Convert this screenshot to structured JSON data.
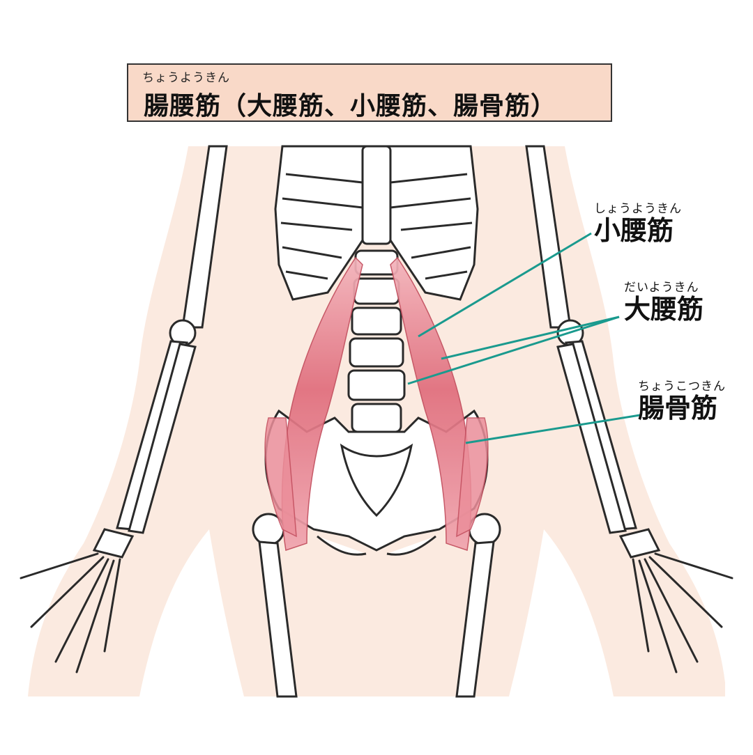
{
  "title": {
    "ruby": "ちょうようきん",
    "text": "腸腰筋（大腰筋、小腰筋、腸骨筋）"
  },
  "labels": [
    {
      "id": "psoas-minor",
      "ruby": "しょうようきん",
      "name": "小腰筋"
    },
    {
      "id": "psoas-major",
      "ruby": "だいようきん",
      "name": "大腰筋"
    },
    {
      "id": "iliacus",
      "ruby": "ちょうこつきん",
      "name": "腸骨筋"
    }
  ],
  "colors": {
    "body_silhouette": "#fbeae0",
    "bone_fill": "#ffffff",
    "bone_stroke": "#2a2a2a",
    "muscle": "#e06d7c",
    "muscle_light": "#f3b4bc",
    "leader_line": "#1a9a8e",
    "title_bg": "#f9d9c8"
  }
}
